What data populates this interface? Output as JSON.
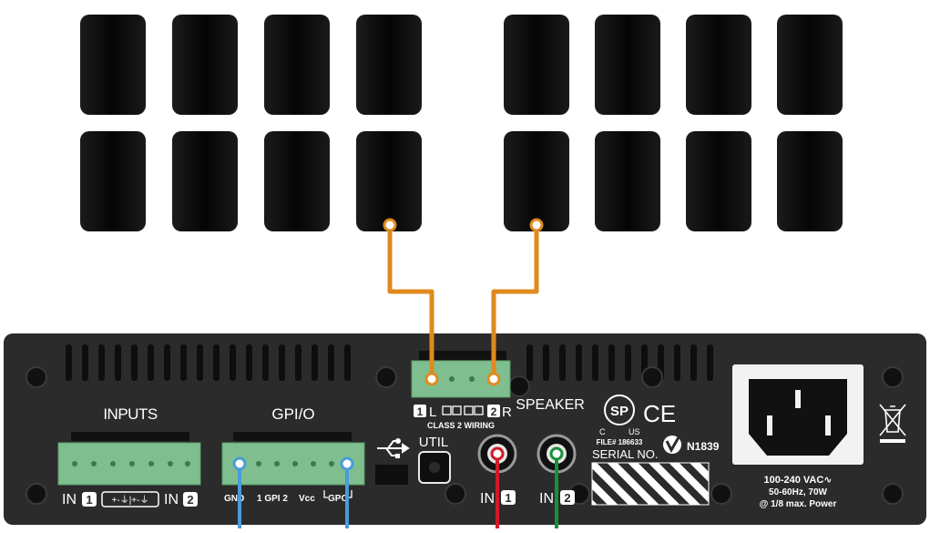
{
  "speakers": {
    "left_group_count": 8,
    "right_group_count": 8,
    "color": "#0d0d0d"
  },
  "wiring": {
    "speaker_wire_color": "#e08a1e",
    "gpio_wire_color": "#4a9bd8",
    "in1_wire_color": "#d01a2a",
    "in2_wire_color": "#1a8f3a"
  },
  "amplifier": {
    "panel_color": "#2b2b2b",
    "terminal_color": "#7fbf8f",
    "inputs_label": "INPUTS",
    "inputs_in1": "IN",
    "inputs_in1_num": "1",
    "inputs_pins": "+-⏚|+-⏚",
    "inputs_in2": "IN",
    "inputs_in2_num": "2",
    "gpio_label": "GPI/O",
    "gpio_gnd": "GND",
    "gpio_gpi": "1 GPI 2",
    "gpio_vcc": "Vcc",
    "gpio_gpo": "GPO",
    "usb_icon": "usb-icon",
    "util_label": "UTIL",
    "speaker_label": "SPEAKER",
    "speaker_l_num": "1",
    "speaker_l": "L",
    "speaker_r_num": "2",
    "speaker_r": "R",
    "class2_label": "CLASS 2 WIRING",
    "in1_label": "IN",
    "in1_num": "1",
    "in2_label": "IN",
    "in2_num": "2",
    "csa_mark": "SP",
    "csa_c": "C",
    "csa_us": "US",
    "csa_file": "FILE# 186633",
    "ce_mark": "CE",
    "n_number": "N1839",
    "serial_label": "SERIAL NO.",
    "power_line1": "100-240 VAC∿",
    "power_line2": "50-60Hz, 70W",
    "power_line3": "@ 1/8 max. Power",
    "weee_icon": "weee-crossed-bin-icon"
  }
}
